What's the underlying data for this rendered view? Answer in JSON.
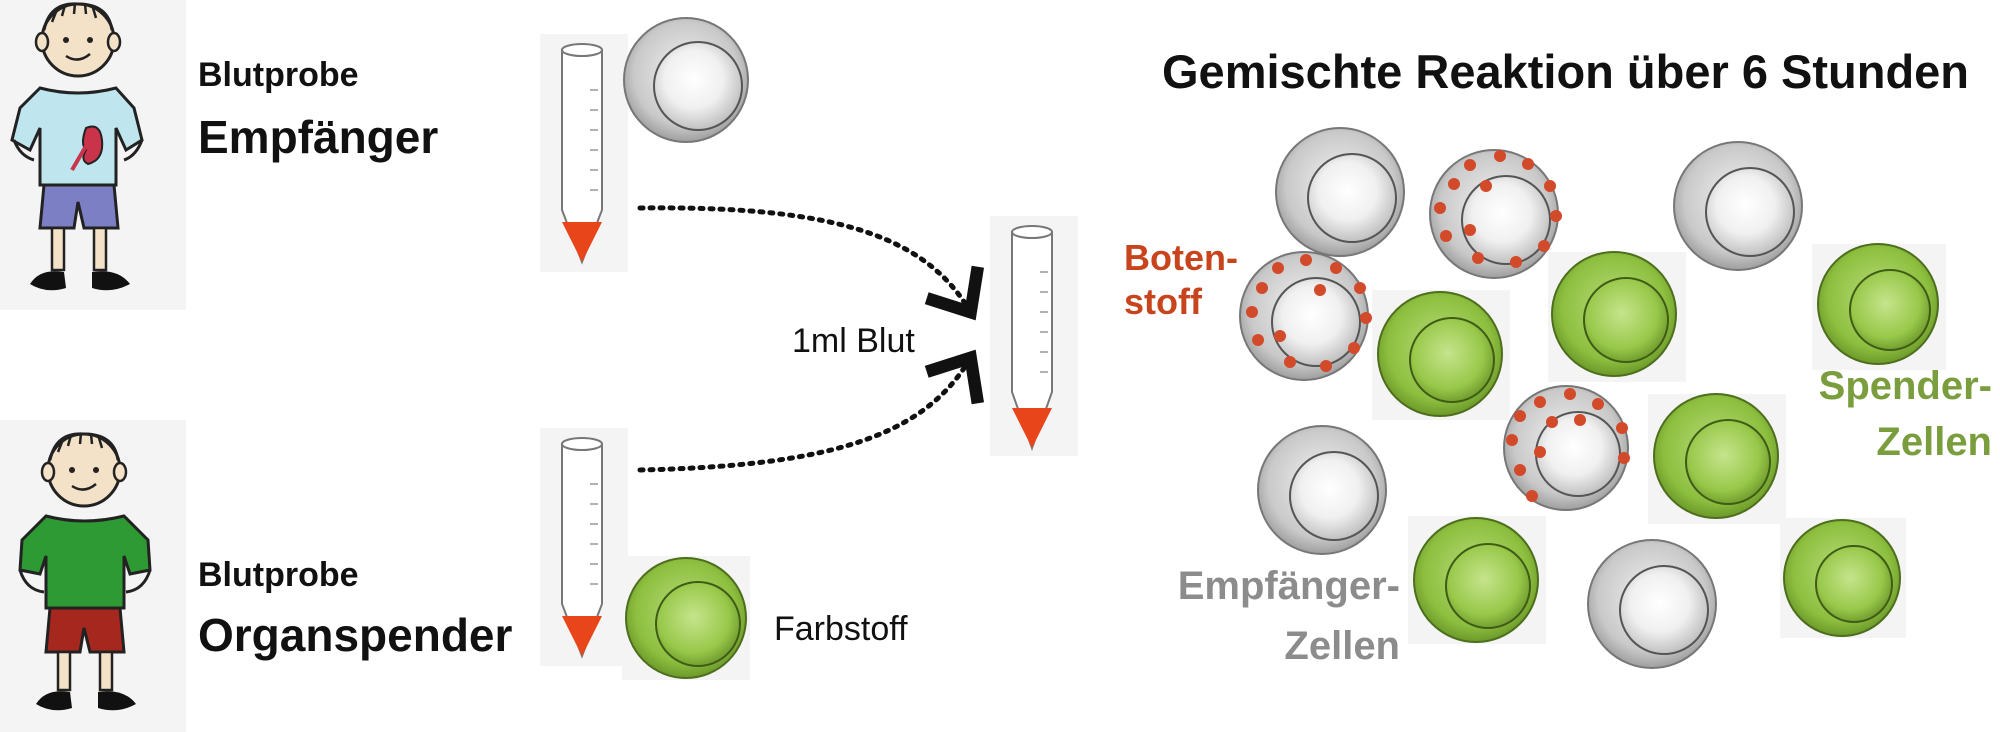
{
  "recipient": {
    "sample_label": "Blutprobe",
    "role_label": "Empfänger"
  },
  "donor": {
    "sample_label": "Blutprobe",
    "role_label": "Organspender",
    "dye_label": "Farbstoff"
  },
  "mix": {
    "volume_label": "1ml Blut"
  },
  "reaction": {
    "title": "Gemischte Reaktion über 6 Stunden",
    "messenger_label": "Boten-\nstoff",
    "donor_cells_label": "Spender-\nZellen",
    "recipient_cells_label": "Empfänger-\nZellen"
  },
  "colors": {
    "blood": "#e8461a",
    "donor_cell": "#8dbf3f",
    "recipient_cell": "#c8c8c8",
    "messenger": "#d24a2a",
    "messenger_text": "#c8441c",
    "donor_text": "#7a9e3e",
    "recipient_text": "#8c8c8c"
  }
}
